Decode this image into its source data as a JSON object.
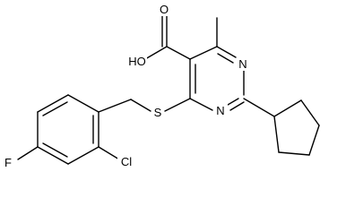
{
  "molecule": {
    "atom_labels": {
      "carboxyl_oxygen": "O",
      "hydroxyl": "HO",
      "ring_nitrogen_top": "N",
      "ring_nitrogen_bottom": "N",
      "sulfur": "S",
      "chlorine": "Cl",
      "fluorine": "F"
    },
    "colors": {
      "bond": "#000000",
      "text": "#000000",
      "background": "#ffffff"
    }
  }
}
